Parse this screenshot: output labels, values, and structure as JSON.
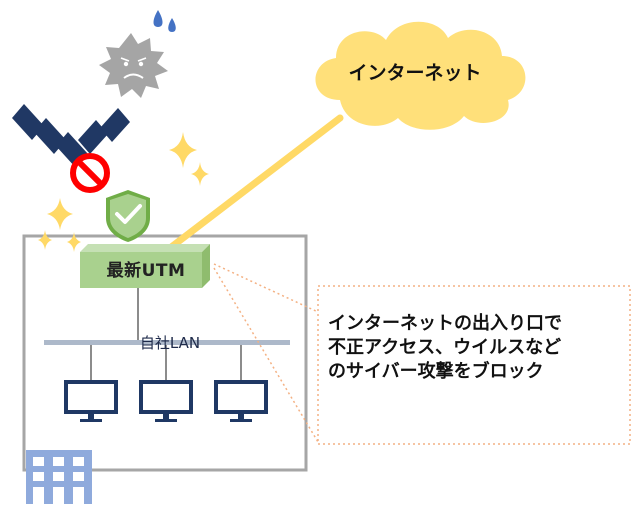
{
  "internet": {
    "label": "インターネット"
  },
  "utm": {
    "label": "最新UTM"
  },
  "lan": {
    "label": "自社LAN"
  },
  "callout": {
    "lines": [
      "インターネットの出入り口で",
      "不正アクセス、ウイルスなど",
      "のサイバー攻撃をブロック"
    ]
  },
  "colors": {
    "cloud": "#ffe07a",
    "link": "#ffd966",
    "utm": "#a9d18e",
    "lan": "#adb9ca",
    "monitor": "#1f3864",
    "building": "#8faadc",
    "office_border": "#a6a6a6",
    "callout_border": "#f4b183",
    "virus": "#a5a5a5",
    "arrows": "#203864",
    "block": "#ff0000",
    "shield": "#70ad47",
    "sparkle": "#ffd966",
    "drop": "#4472c4"
  },
  "icons": [
    "virus-icon",
    "arrow-chevrons-icon",
    "prohibited-icon",
    "shield-check-icon",
    "sparkle-icon",
    "water-drop-icon",
    "monitor-icon",
    "building-icon"
  ]
}
